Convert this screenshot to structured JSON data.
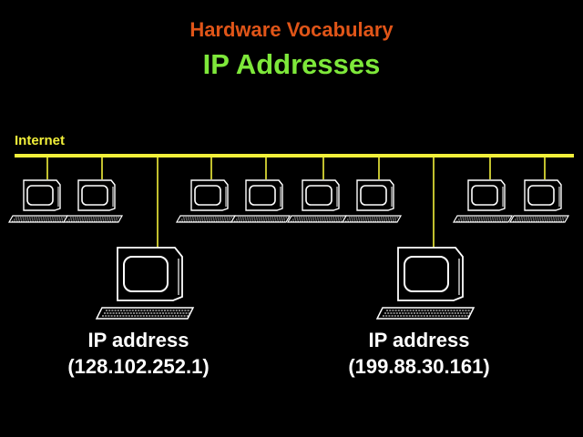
{
  "header": {
    "subtitle": "Hardware Vocabulary",
    "title": "IP Addresses"
  },
  "network": {
    "label": "Internet"
  },
  "hosts": [
    {
      "label": "IP address",
      "address": "(128.102.252.1)"
    },
    {
      "label": "IP address",
      "address": "(199.88.30.161)"
    }
  ],
  "colors": {
    "subtitle": "#e05518",
    "title": "#7ee83a",
    "network_bus": "#f2f03a",
    "computer_outline": "#ffffff",
    "background": "#000000"
  }
}
